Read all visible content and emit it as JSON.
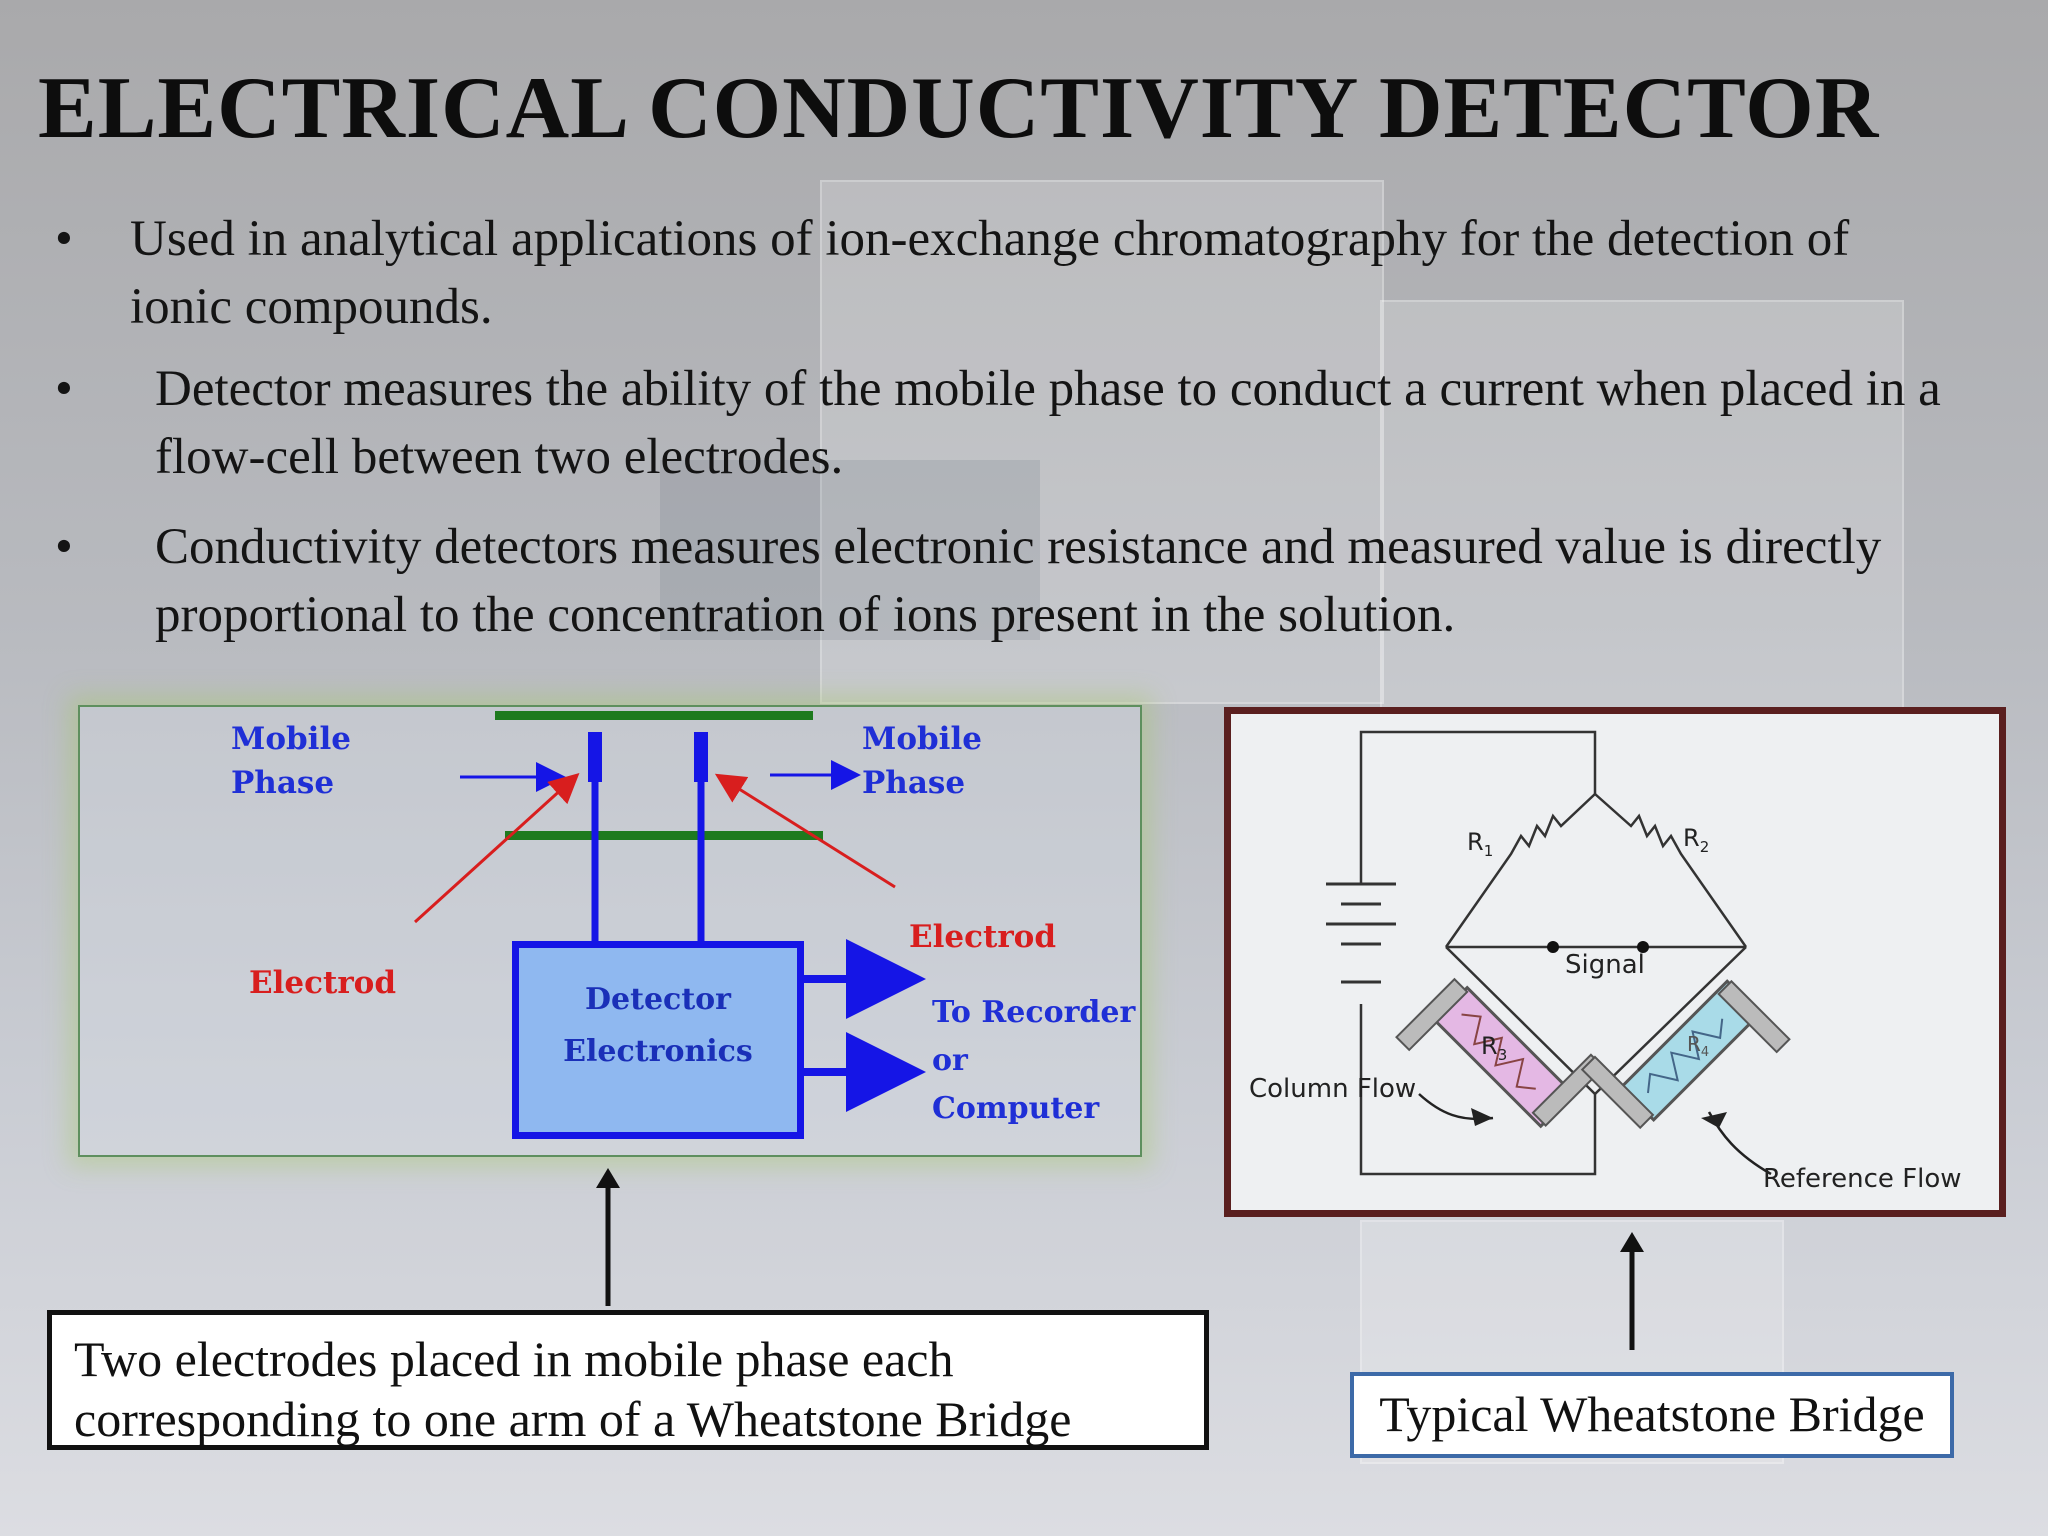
{
  "slide": {
    "title": "ELECTRICAL CONDUCTIVITY DETECTOR",
    "bullet_symbol": "•",
    "bullets": [
      "Used in analytical applications of ion-exchange chromatography for the detection of ionic compounds.",
      "Detector measures the ability of the mobile phase to conduct a current when placed in a flow-cell between two electrodes.",
      "Conductivity detectors measures electronic resistance and measured value is directly proportional to the concentration of ions present in the solution."
    ]
  },
  "left_diagram": {
    "mobile_phase_in": [
      "Mobile",
      "Phase"
    ],
    "mobile_phase_out": [
      "Mobile",
      "Phase"
    ],
    "electrode_left": "Electrod",
    "electrode_right": "Electrod",
    "detector_lines": [
      "Detector",
      "Electronics"
    ],
    "output_lines": [
      "To Recorder",
      "or Computer"
    ],
    "caption_lines": [
      "Two electrodes placed in mobile phase each",
      "corresponding to one arm of a Wheatstone Bridge"
    ]
  },
  "right_diagram": {
    "r1": "R",
    "r1_sub": "1",
    "r2": "R",
    "r2_sub": "2",
    "r3": "R",
    "r3_sub": "3",
    "r4": "R",
    "r4_sub": "4",
    "signal": "Signal",
    "column_flow": "Column Flow",
    "reference_flow": "Reference Flow",
    "caption": "Typical Wheatstone Bridge"
  }
}
